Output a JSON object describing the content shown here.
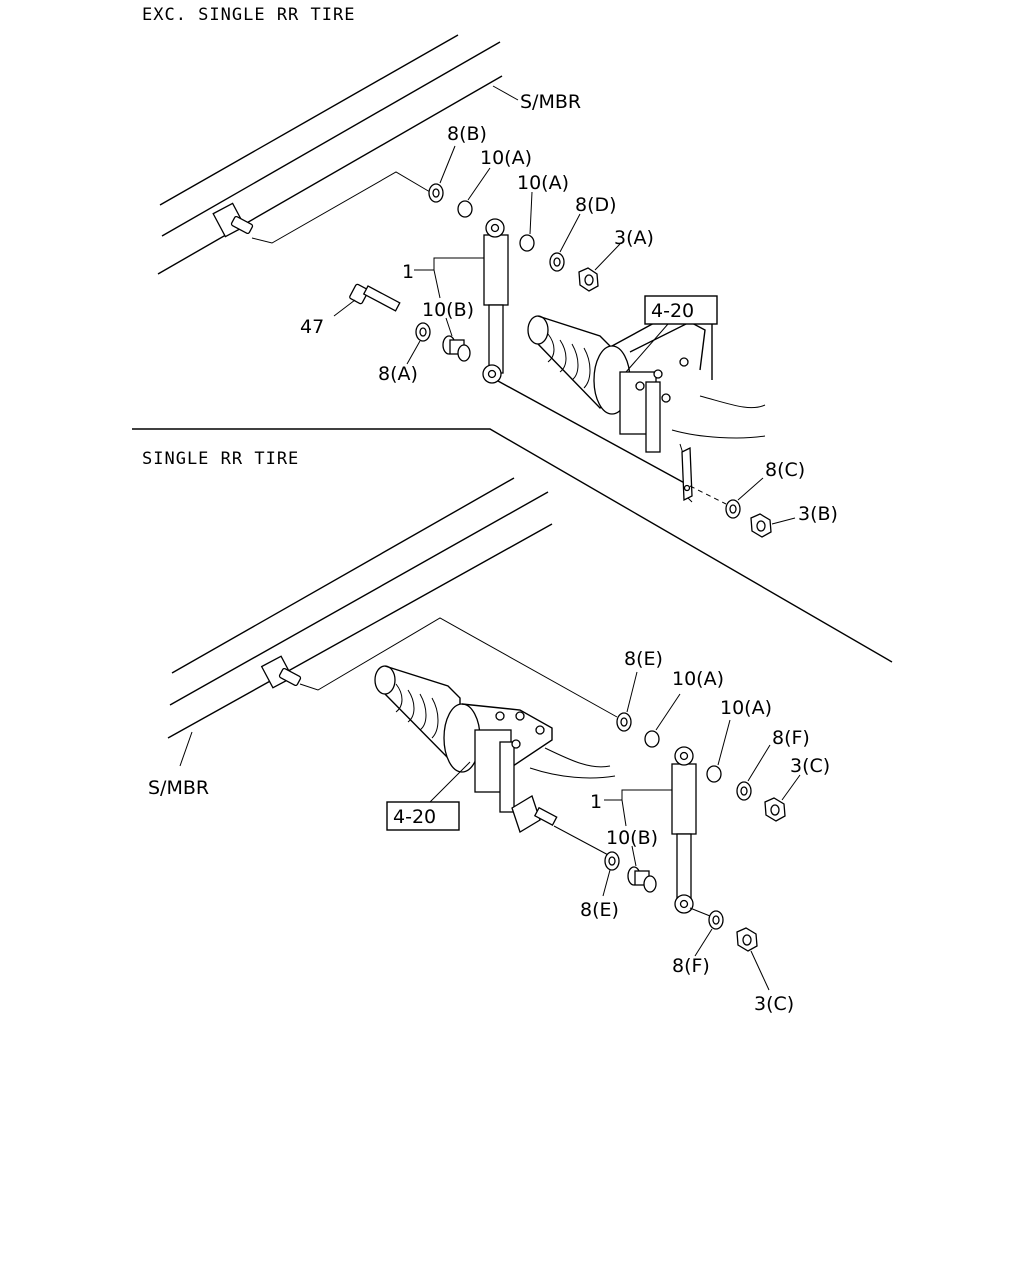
{
  "diagram": {
    "upper": {
      "heading": "EXC. SINGLE RR TIRE",
      "frame_label": "S/MBR",
      "ref_box": "4-20",
      "callouts": {
        "shock": "1",
        "bolt": "47",
        "washer_8A": "8(A)",
        "washer_8B": "8(B)",
        "washer_8C": "8(C)",
        "washer_8D": "8(D)",
        "bush_10A_1": "10(A)",
        "bush_10A_2": "10(A)",
        "bush_10B": "10(B)",
        "nut_3A": "3(A)",
        "nut_3B": "3(B)"
      }
    },
    "lower": {
      "heading": "SINGLE RR TIRE",
      "frame_label": "S/MBR",
      "ref_box": "4-20",
      "callouts": {
        "shock": "1",
        "washer_8E_top": "8(E)",
        "washer_8E_bot": "8(E)",
        "washer_8F_top": "8(F)",
        "washer_8F_bot": "8(F)",
        "bush_10A_1": "10(A)",
        "bush_10A_2": "10(A)",
        "bush_10B": "10(B)",
        "nut_3C_top": "3(C)",
        "nut_3C_bot": "3(C)"
      }
    }
  }
}
